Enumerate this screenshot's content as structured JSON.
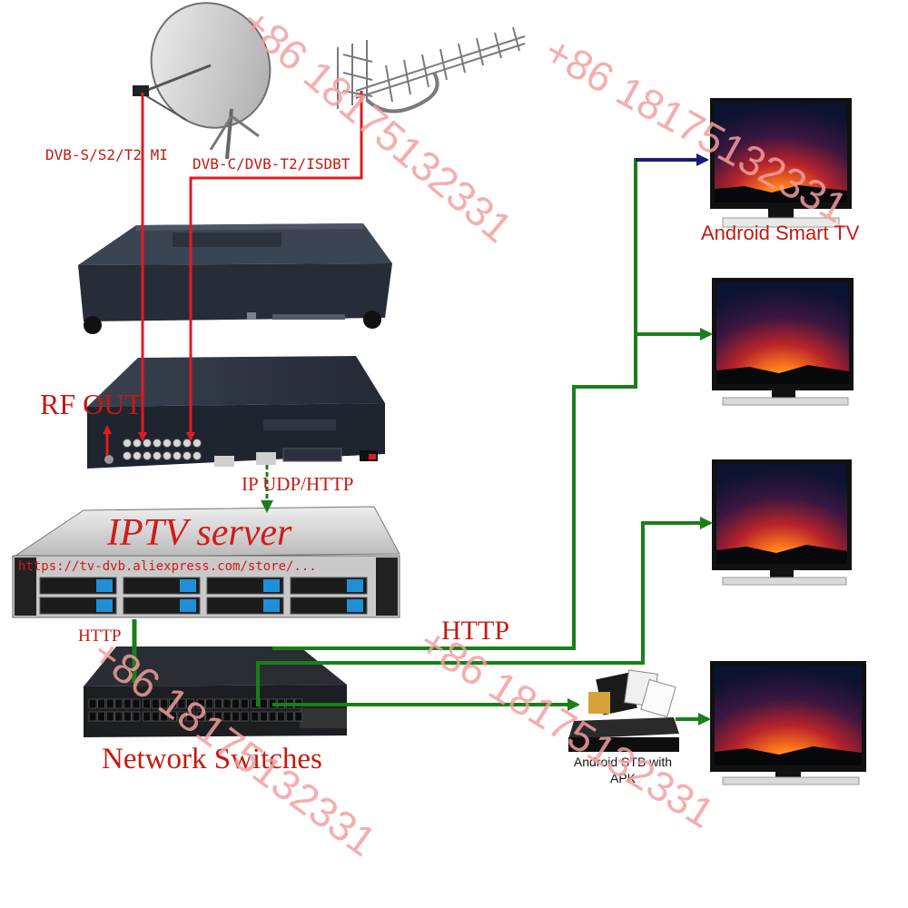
{
  "labels": {
    "sat_input": "DVB-S/S2/T2 MI",
    "terrestrial_input": "DVB-C/DVB-T2/ISDBT",
    "rf_out": "RF OUT",
    "ip_out": "IP UDP/HTTP",
    "server": "IPTV server",
    "server_url": "https://tv-dvb.aliexpress.com/store/...",
    "http_left": "HTTP",
    "http_mid": "HTTP",
    "switch": "Network Switches",
    "tv1": "Android Smart TV",
    "stb_line1": "Android STB with",
    "stb_line2": "APK"
  },
  "watermarks": [
    "+86 18175132331",
    "+86 18175132331",
    "+86 18175132331",
    "+86 18175132331"
  ],
  "colors": {
    "red_line": "#e01b24",
    "green_line": "#1a7f1a",
    "navy_line": "#1c1c6e",
    "label_red": "#c41a12",
    "watermark": "#f2a0a0"
  }
}
